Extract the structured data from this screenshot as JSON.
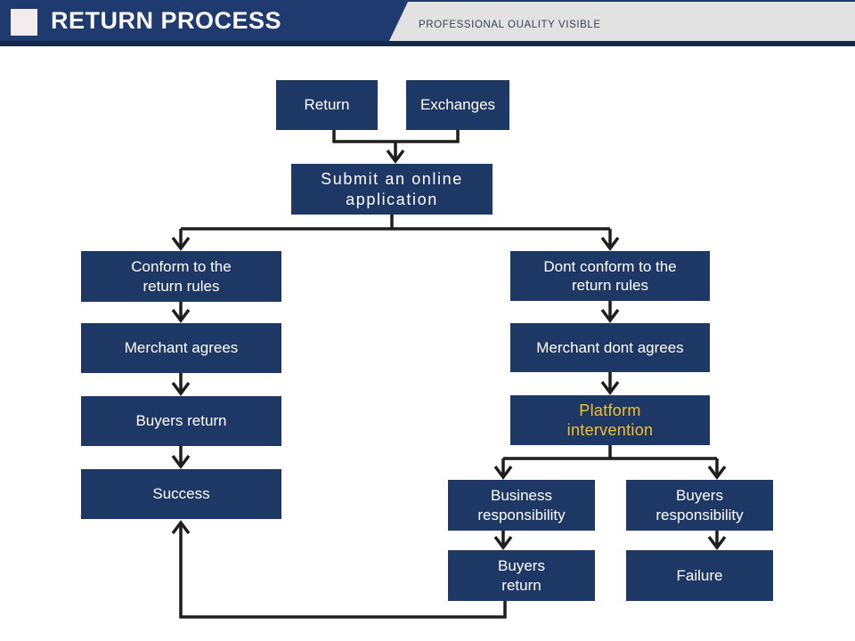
{
  "slide": {
    "header": {
      "title": "RETURN PROCESS",
      "tagline": "PROFESSIONAL OUALITY VISIBLE"
    },
    "nodes": {
      "return": {
        "lines": [
          "Return"
        ]
      },
      "exchanges": {
        "lines": [
          "Exchanges"
        ]
      },
      "submit": {
        "lines": [
          "Submit an online",
          "application"
        ]
      },
      "conform": {
        "lines": [
          "Conform to the",
          "return rules"
        ]
      },
      "merchant_agrees": {
        "lines": [
          "Merchant agrees"
        ]
      },
      "buyers_return_left": {
        "lines": [
          "Buyers return"
        ]
      },
      "success": {
        "lines": [
          "Success"
        ]
      },
      "dont_conform": {
        "lines": [
          "Dont conform to the",
          "return rules"
        ]
      },
      "merchant_dont_agrees": {
        "lines": [
          "Merchant dont agrees"
        ]
      },
      "platform_intervention": {
        "lines": [
          "Platform",
          "intervention"
        ]
      },
      "business_responsibility": {
        "lines": [
          "Business",
          "responsibility"
        ]
      },
      "buyers_responsibility": {
        "lines": [
          "Buyers",
          "responsibility"
        ]
      },
      "buyers_return_right": {
        "lines": [
          "Buyers",
          "return"
        ]
      },
      "failure": {
        "lines": [
          "Failure"
        ]
      }
    },
    "colors": {
      "header_navy": "#1f3a6e",
      "header_underline_navy": "#14284e",
      "box_navy": "#1e3866",
      "accent_yellow": "#f0c02f",
      "tagline_background": "#e2e2e2",
      "tagline_text": "#39424e",
      "connector_black": "#1e1e1e",
      "header_square": "#f3ecec"
    }
  }
}
